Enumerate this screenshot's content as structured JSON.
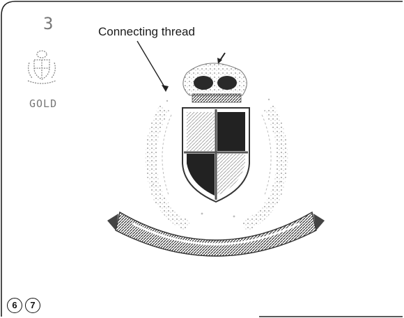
{
  "display": {
    "pattern_number": "3",
    "mode_label": "GOLD"
  },
  "callout": {
    "label": "Connecting thread"
  },
  "steps": {
    "labels": [
      "6",
      "7"
    ]
  },
  "icons": [
    "crest-thumbnail-icon",
    "arrow-down-icon",
    "embroidered-crest-image"
  ]
}
